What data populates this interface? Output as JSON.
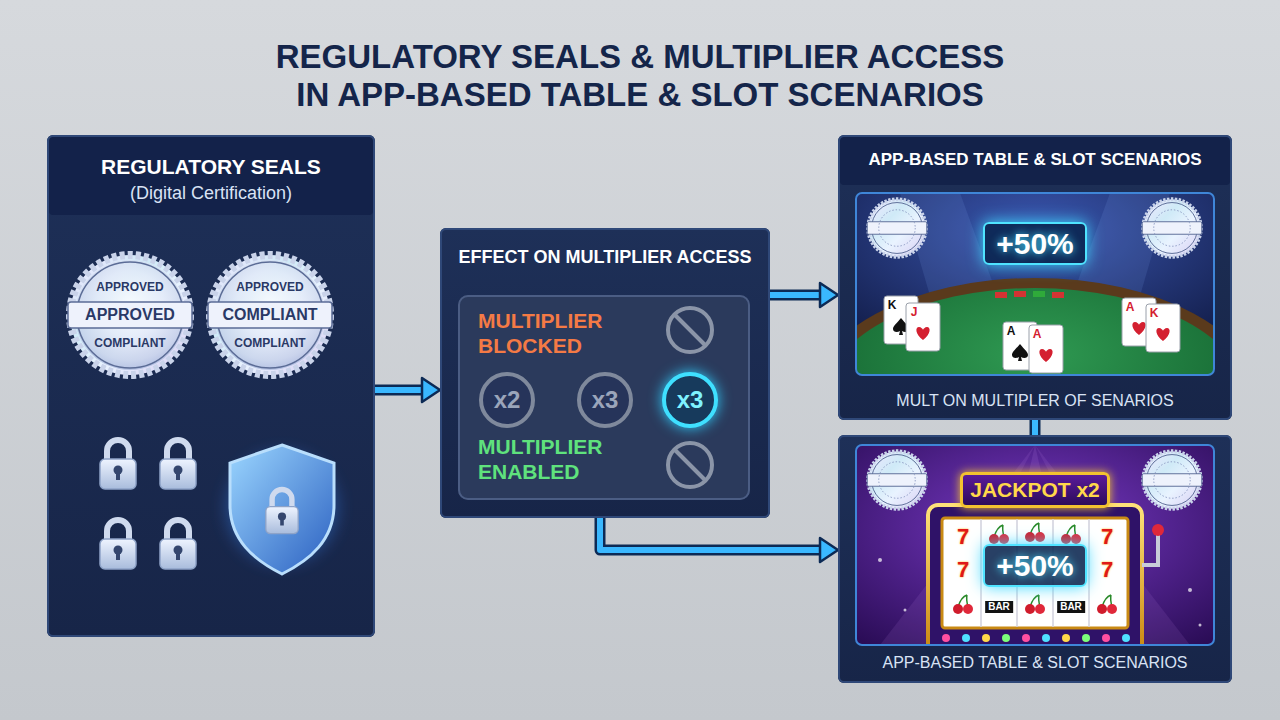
{
  "diagram": {
    "title": "REGULATORY SEALS & MULTIPLIER ACCESS IN APP-BASED TABLE & SLOT SCENARIOS",
    "nodes": [
      {
        "text": [
          "REGULATORY SEALS",
          "(Digital Certification)"
        ]
      },
      {
        "text": [
          "EFFECT ON MULTIPLIER ACCESS"
        ]
      },
      {
        "text": [
          "MULTIPLIER BLOCKED",
          "MULTIPLIER ENABLED"
        ],
        "in": 1
      },
      {
        "text": [
          "x2"
        ],
        "in": 2
      },
      {
        "text": [
          "x3"
        ],
        "in": 2
      },
      {
        "text": [
          "x3"
        ],
        "in": 2
      },
      {
        "text": [
          "APP-BASED TABLE & SLOT SCENARIOS",
          "MULT ON MULTIPLER OF SENARIOS"
        ]
      },
      {
        "text": [
          "+50%"
        ],
        "in": 6
      },
      {
        "text": [
          "APP-BASED TABLE & SLOT SCENARIOS"
        ]
      },
      {
        "text": [
          "JACKPOT x2"
        ],
        "in": 8
      },
      {
        "text": [
          "+50%"
        ],
        "in": 8
      }
    ],
    "edges": [
      {
        "from": 0,
        "to": 1,
        "arrow": "to"
      },
      {
        "from": 1,
        "to": 6,
        "arrow": "to"
      },
      {
        "from": 1,
        "to": 8,
        "arrow": "to"
      },
      {
        "from": 6,
        "to": 8,
        "arrow": "none"
      }
    ],
    "labels": [
      "APPROVED",
      "APPROVED",
      "COMPLIANT",
      "APPROVED",
      "COMPLIANT",
      "COMPLIANT",
      "K",
      "J",
      "A",
      "A",
      "A",
      "K",
      "7",
      "7",
      "7",
      "7",
      "BAR",
      "BAR"
    ]
  }
}
